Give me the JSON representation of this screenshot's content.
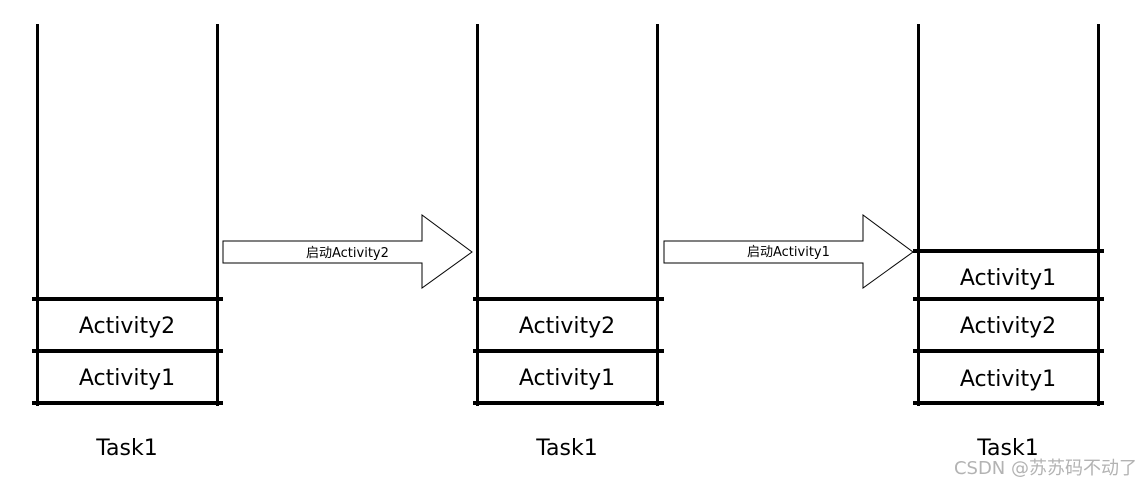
{
  "stacks": [
    {
      "activities": [
        "Activity2",
        "Activity1"
      ],
      "task_label": "Task1"
    },
    {
      "activities": [
        "Activity2",
        "Activity1"
      ],
      "task_label": "Task1"
    },
    {
      "activities": [
        "Activity1",
        "Activity2",
        "Activity1"
      ],
      "task_label": "Task1"
    }
  ],
  "arrows": [
    {
      "label": "启动Activity2"
    },
    {
      "label": "启动Activity1"
    }
  ],
  "watermark": "CSDN @苏苏码不动了"
}
